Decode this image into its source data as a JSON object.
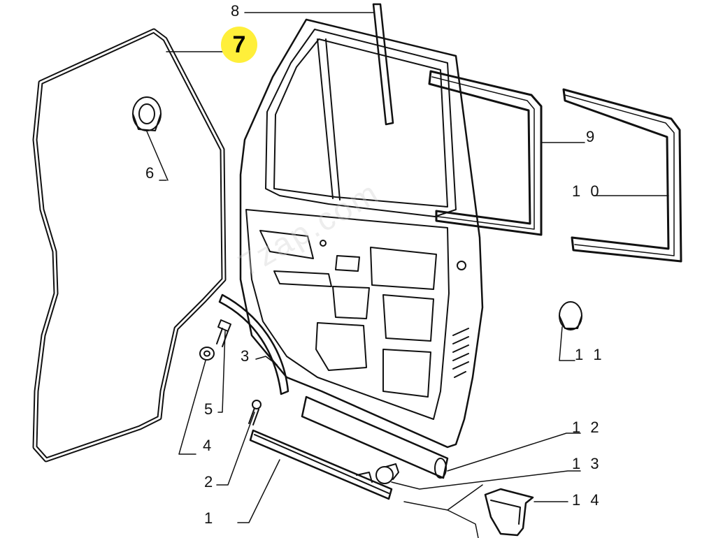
{
  "diagram": {
    "highlight_color": "#ffef3a",
    "line_color": "#111111",
    "watermark": "7zap.com",
    "callouts": [
      {
        "id": "c1",
        "label": "1"
      },
      {
        "id": "c2",
        "label": "2"
      },
      {
        "id": "c3",
        "label": "3"
      },
      {
        "id": "c4",
        "label": "4"
      },
      {
        "id": "c5",
        "label": "5"
      },
      {
        "id": "c6",
        "label": "6"
      },
      {
        "id": "c7",
        "label": "7",
        "highlighted": true
      },
      {
        "id": "c8",
        "label": "8"
      },
      {
        "id": "c9",
        "label": "9"
      },
      {
        "id": "c10",
        "label": "1 0"
      },
      {
        "id": "c11",
        "label": "1 1"
      },
      {
        "id": "c12",
        "label": "1 2"
      },
      {
        "id": "c13",
        "label": "1 3"
      },
      {
        "id": "c14",
        "label": "1 4"
      }
    ]
  }
}
